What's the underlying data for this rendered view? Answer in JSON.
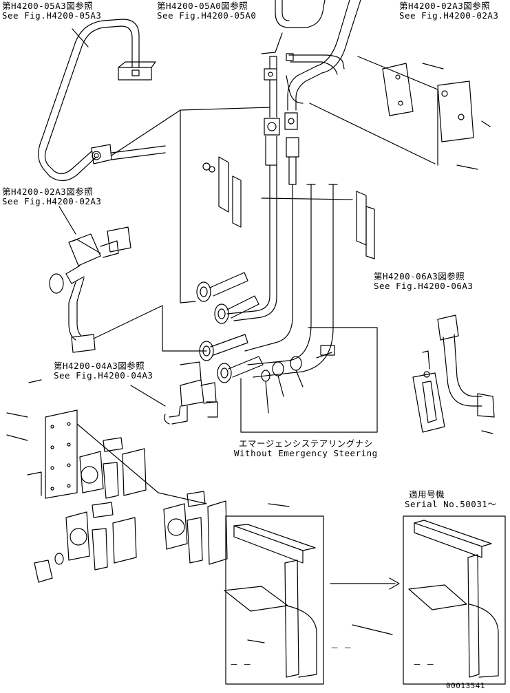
{
  "refs": {
    "top_left": {
      "jp": "第H4200-05A3図参照",
      "en": "See Fig.H4200-05A3"
    },
    "top_mid": {
      "jp": "第H4200-05A0図参照",
      "en": "See Fig.H4200-05A0"
    },
    "top_right": {
      "jp": "第H4200-02A3図参照",
      "en": "See Fig.H4200-02A3"
    },
    "mid_left": {
      "jp": "第H4200-02A3図参照",
      "en": "See Fig.H4200-02A3"
    },
    "mid_right": {
      "jp": "第H4200-06A3図参照",
      "en": "See Fig.H4200-06A3"
    },
    "lower_left": {
      "jp": "第H4200-04A3図参照",
      "en": "See Fig.H4200-04A3"
    }
  },
  "emergency": {
    "jp": "エマージェンシステアリングナシ",
    "en": "Without Emergency Steering"
  },
  "serial": {
    "jp": "適用号機",
    "en": "Serial No.50031〜"
  },
  "dash_marks": [
    "－ －",
    "－ －",
    "－ －"
  ],
  "drawing_number": "00013541"
}
